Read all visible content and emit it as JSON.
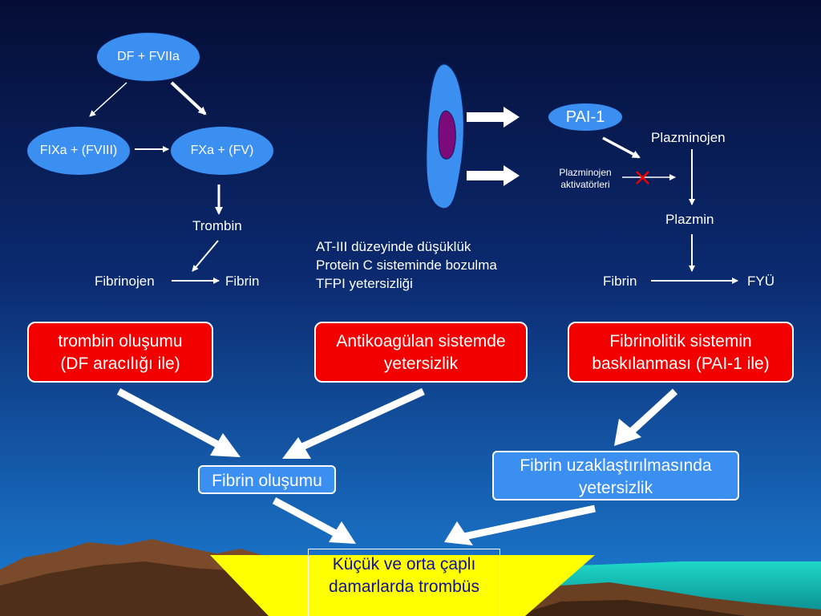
{
  "coag": {
    "df_fviia": "DF + FVIIa",
    "fixa": "FIXa + (FVIII)",
    "fxa": "FXa + (FV)",
    "trombin": "Trombin",
    "fibrinojen": "Fibrinojen",
    "fibrin": "Fibrin"
  },
  "anticoag_list": [
    "AT-III düzeyinde düşüklük",
    "Protein C sisteminde bozulma",
    "TFPI yetersizliği"
  ],
  "fibrinolysis": {
    "pai1": "PAI-1",
    "plazminojen": "Plazminojen",
    "activator_line1": "Plazminojen",
    "activator_line2": "aktivatörleri",
    "plazmin": "Plazmin",
    "fibrin": "Fibrin",
    "fyu": "FYÜ"
  },
  "boxes": {
    "trombin_line1": "trombin oluşumu",
    "trombin_line2": "(DF aracılığı ile)",
    "anticoag_line1": "Antikoagülan sistemde",
    "anticoag_line2": "yetersizlik",
    "fibrinolytic_line1": "Fibrinolitik sistemin",
    "fibrinolytic_line2": "baskılanması (PAI-1 ile)",
    "fibrin_olusumu": "Fibrin oluşumu",
    "removal_line1": "Fibrin uzaklaştırılmasında",
    "removal_line2": "yetersizlik",
    "result_line1": "Küçük ve orta çaplı",
    "result_line2": "damarlarda trombüs"
  },
  "colors": {
    "background_top": "#0a1646",
    "background_bottom": "#1a7ad0",
    "node_fill": "#3b8ff0",
    "red_box": "#f20000",
    "yellow": "#ffff00",
    "nucleus": "#7b0a7b",
    "mountain": "#7a4a2a",
    "sea": "#14c8b8"
  }
}
